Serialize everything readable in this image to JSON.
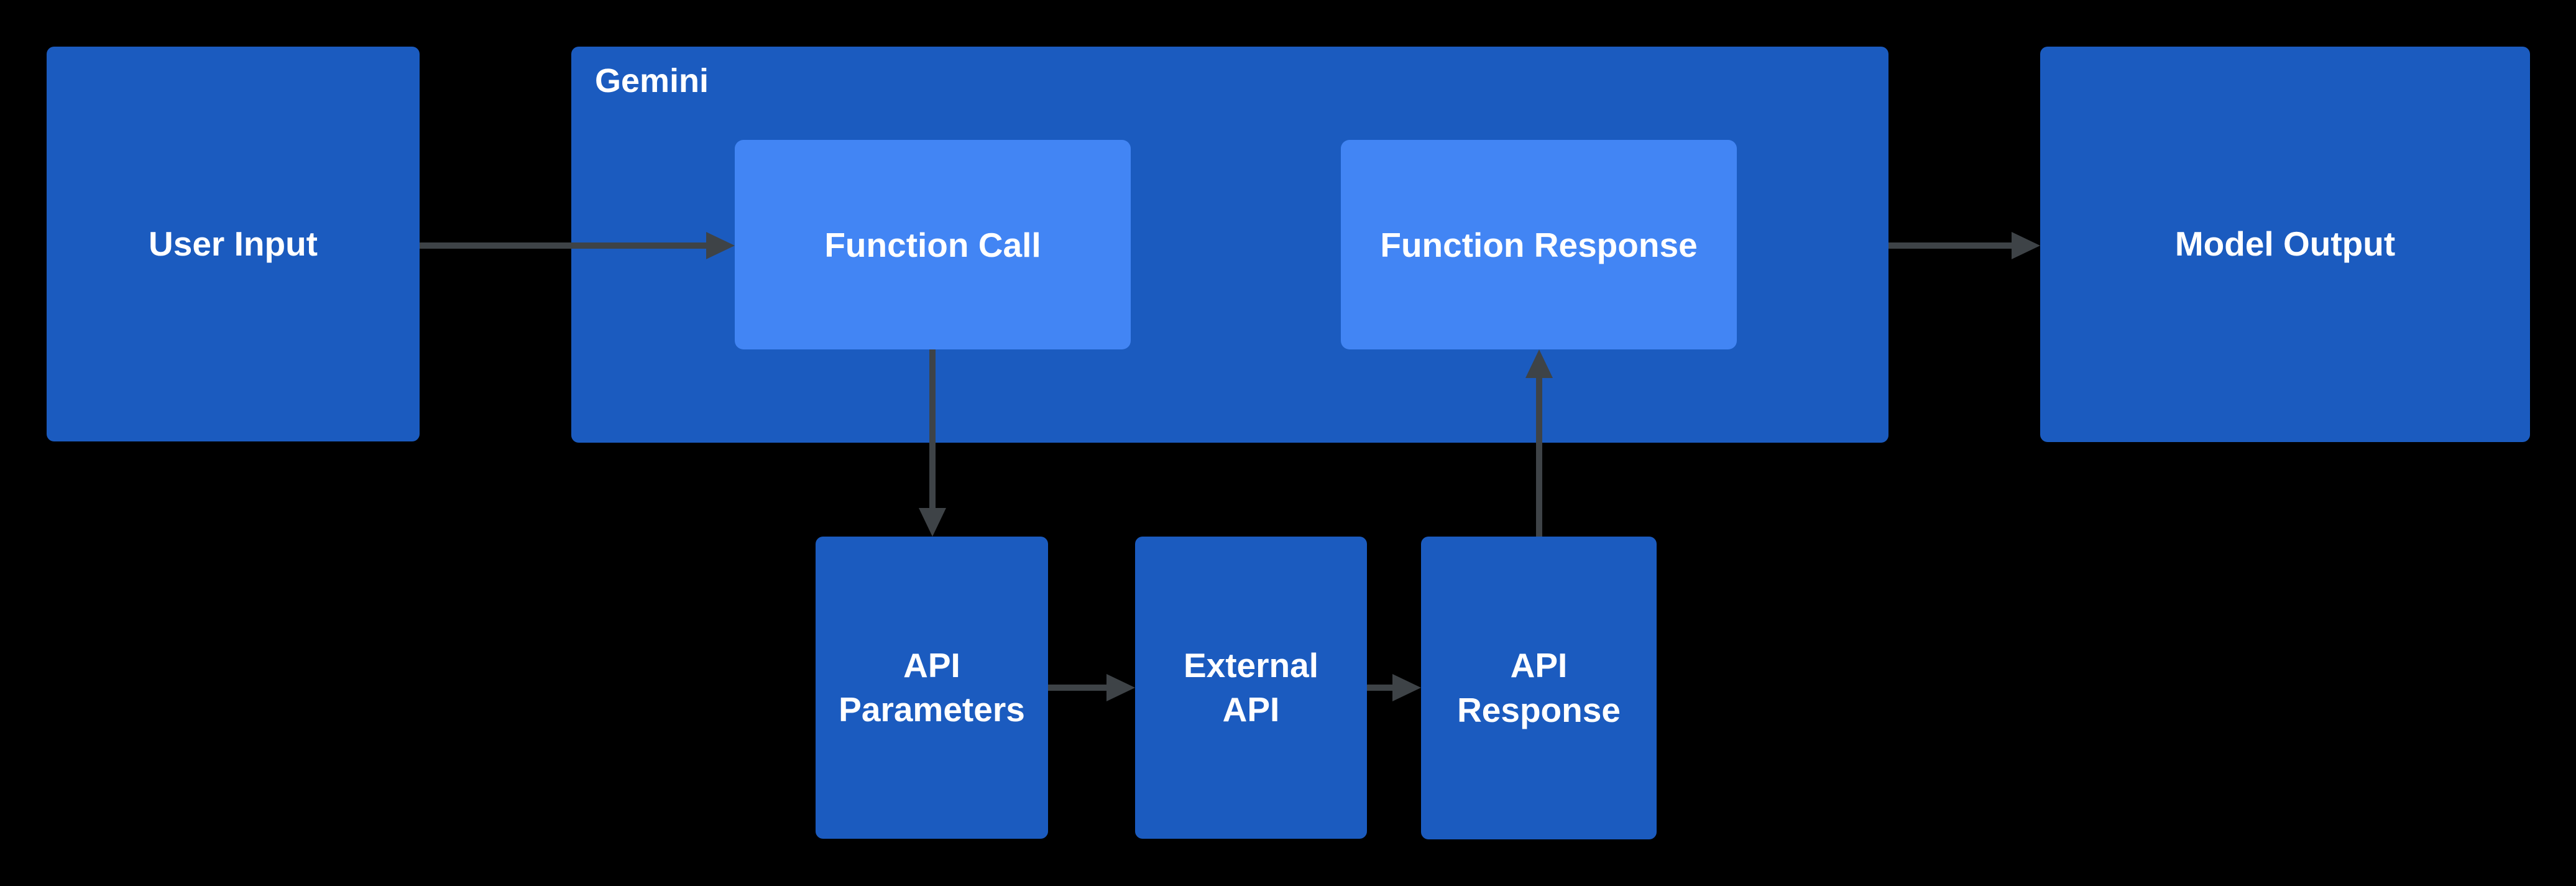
{
  "colors": {
    "background": "#000000",
    "node_blue": "#1b5bbf",
    "inner_blue": "#4285f4",
    "arrow_gray": "#3e4347",
    "label_white": "#ffffff"
  },
  "nodes": {
    "user_input": {
      "label": "User Input"
    },
    "gemini": {
      "label": "Gemini"
    },
    "function_call": {
      "label": "Function Call"
    },
    "function_response": {
      "label": "Function Response"
    },
    "model_output": {
      "label": "Model Output"
    },
    "api_parameters": {
      "label": "API\nParameters"
    },
    "external_api": {
      "label": "External\nAPI"
    },
    "api_response": {
      "label": "API\nResponse"
    }
  },
  "edges": [
    {
      "from": "user_input",
      "to": "function_call"
    },
    {
      "from": "function_call",
      "to": "api_parameters"
    },
    {
      "from": "api_parameters",
      "to": "external_api"
    },
    {
      "from": "external_api",
      "to": "api_response"
    },
    {
      "from": "api_response",
      "to": "function_response"
    },
    {
      "from": "gemini",
      "to": "model_output"
    }
  ]
}
